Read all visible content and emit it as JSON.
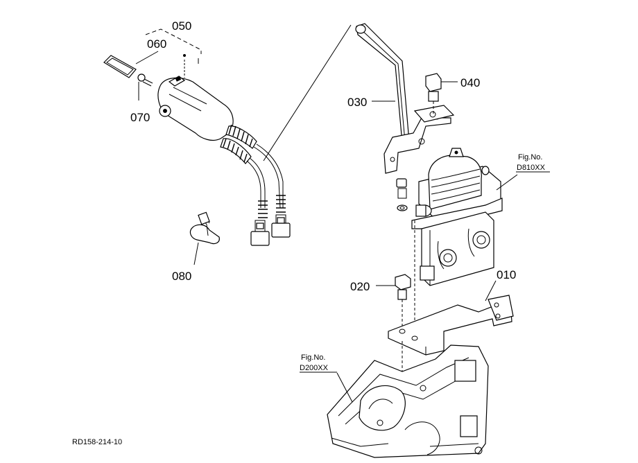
{
  "diagram": {
    "drawing_id": "RD158-214-10",
    "parts": [
      {
        "id": "p010",
        "label": "010"
      },
      {
        "id": "p020",
        "label": "020"
      },
      {
        "id": "p030",
        "label": "030"
      },
      {
        "id": "p040",
        "label": "040"
      },
      {
        "id": "p050",
        "label": "050"
      },
      {
        "id": "p060",
        "label": "060"
      },
      {
        "id": "p070",
        "label": "070"
      },
      {
        "id": "p080",
        "label": "080"
      }
    ],
    "figure_refs": [
      {
        "title": "Fig.No.",
        "code": "D810XX"
      },
      {
        "title": "Fig.No.",
        "code": "D200XX"
      }
    ]
  }
}
